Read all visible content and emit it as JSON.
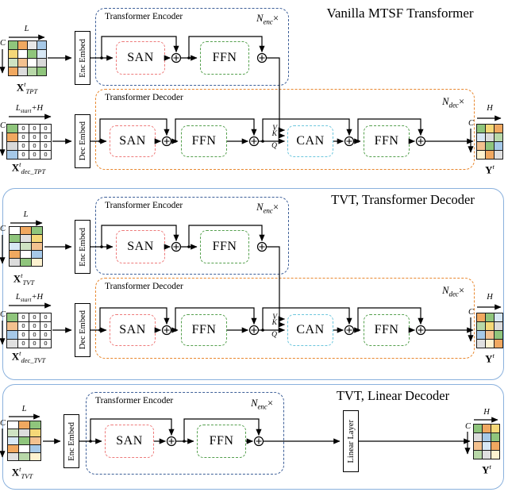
{
  "colors": {
    "panel_border": "#8ab1dd",
    "encoder_border": "#3d5f98",
    "decoder_border": "#e8872e",
    "san": "#ee7b7b",
    "ffn": "#55a04e",
    "can": "#6cc6dd"
  },
  "p1": {
    "title": "Vanilla MTSF Transformer",
    "encoder_label": "Transformer Encoder",
    "decoder_label": "Transformer Decoder",
    "n_base": "N",
    "n_enc_sub": "enc",
    "n_dec_sub": "dec",
    "times": "×",
    "enc_embed": "Enc Embed",
    "dec_embed": "Dec Embed",
    "san": "SAN",
    "ffn": "FFN",
    "dec_san": "SAN",
    "dec_ffn1": "FFN",
    "can": "CAN",
    "dec_ffn2": "FFN",
    "v": "V",
    "k": "K",
    "q": "Q",
    "x_base": "X",
    "x_sup": "t",
    "x_sub": "TPT",
    "xdec_base": "X",
    "xdec_sup": "t",
    "xdec_sub": "dec_TPT",
    "y_base": "Y",
    "y_sup": "t",
    "dim_L": "L",
    "dim_C": "C",
    "dim_H": "H",
    "len_base": "L",
    "len_sub": "start",
    "len_rest": "+H"
  },
  "p2": {
    "title": "TVT, Transformer Decoder",
    "encoder_label": "Transformer Encoder",
    "decoder_label": "Transformer Decoder",
    "n_base": "N",
    "n_enc_sub": "enc",
    "n_dec_sub": "dec",
    "times": "×",
    "enc_embed": "Enc Embed",
    "dec_embed": "Dec Embed",
    "san": "SAN",
    "ffn": "FFN",
    "dec_san": "SAN",
    "dec_ffn1": "FFN",
    "can": "CAN",
    "dec_ffn2": "FFN",
    "v": "V",
    "k": "K",
    "q": "Q",
    "x_base": "X",
    "x_sup": "t",
    "x_sub": "TVT",
    "xdec_base": "X",
    "xdec_sup": "t",
    "xdec_sub": "dec_TVT",
    "y_base": "Y",
    "y_sup": "t",
    "dim_L": "L",
    "dim_C": "C",
    "dim_H": "H",
    "len_base": "L",
    "len_sub": "start",
    "len_rest": "+H"
  },
  "p3": {
    "title": "TVT, Linear Decoder",
    "encoder_label": "Transformer Encoder",
    "n_base": "N",
    "n_enc_sub": "enc",
    "times": "×",
    "enc_embed": "Enc Embed",
    "linear_layer": "Linear Layer",
    "san": "SAN",
    "ffn": "FFN",
    "x_base": "X",
    "x_sup": "t",
    "x_sub": "TVT",
    "y_base": "Y",
    "y_sup": "t",
    "dim_L": "L",
    "dim_C": "C",
    "dim_H": "H"
  },
  "matrices": {
    "x_tpt": {
      "cw": 11,
      "ch": 10,
      "cells": [
        [
          "#8fc57c",
          "#f0a860",
          "#e8e8e8",
          "#a6c9e8"
        ],
        [
          "#f5d878",
          "#ffffff",
          "#8fc57c",
          "#d8e8f5"
        ],
        [
          "#cfe3c3",
          "#f3c18f",
          "#ffffff",
          "#d9d9d9"
        ],
        [
          "#f0a860",
          "#dcdcdc",
          "#b8d8a8",
          "#8fc57c"
        ]
      ]
    },
    "x_dec_tpt": {
      "cw": 13,
      "ch": 10,
      "cells": [
        [
          "#8fc57c",
          "0",
          "0",
          "0"
        ],
        [
          "#f0a860",
          "0",
          "0",
          "0"
        ],
        [
          "#d9d9d9",
          "0",
          "0",
          "0"
        ],
        [
          "#a6c9e8",
          "0",
          "0",
          "0"
        ]
      ]
    },
    "y_t1": {
      "cw": 10,
      "ch": 10,
      "cells": [
        [
          "#8fc57c",
          "#f5d878",
          "#f0a860"
        ],
        [
          "#d8e8f5",
          "#dcdcdc",
          "#b8d8a8"
        ],
        [
          "#f3c18f",
          "#8fc57c",
          "#a6c9e8"
        ],
        [
          "#fdf2d0",
          "#f0a860",
          "#e0e0e0"
        ]
      ]
    },
    "x_tvt2": {
      "cw": 13,
      "ch": 9,
      "cells": [
        [
          "#ffffff",
          "#f0a860",
          "#8fc57c"
        ],
        [
          "#8fc57c",
          "#e0e0e0",
          "#f5d878"
        ],
        [
          "#d8e8f5",
          "#cfe3c3",
          "#f3c18f"
        ],
        [
          "#f0a860",
          "#ffffff",
          "#a6c9e8"
        ],
        [
          "#dcdcdc",
          "#8fc57c",
          "#fdf2d0"
        ]
      ]
    },
    "x_dec_tvt": {
      "cw": 13,
      "ch": 10,
      "cells": [
        [
          "#8fc57c",
          "0",
          "0",
          "0"
        ],
        [
          "#f3c18f",
          "0",
          "0",
          "0"
        ],
        [
          "#a6c9e8",
          "0",
          "0",
          "0"
        ],
        [
          "#e0e0e0",
          "0",
          "0",
          "0"
        ]
      ]
    },
    "y_t2": {
      "cw": 10,
      "ch": 10,
      "cells": [
        [
          "#f0a860",
          "#8fc57c",
          "#d8e8f5"
        ],
        [
          "#b8d8a8",
          "#f5d878",
          "#dcdcdc"
        ],
        [
          "#a6c9e8",
          "#f3c18f",
          "#8fc57c"
        ],
        [
          "#e0e0e0",
          "#fdf2d0",
          "#f0a860"
        ]
      ]
    },
    "x_tvt3": {
      "cw": 13,
      "ch": 9,
      "cells": [
        [
          "#ffffff",
          "#f0a860",
          "#8fc57c"
        ],
        [
          "#cfe3c3",
          "#dcdcdc",
          "#f5d878"
        ],
        [
          "#d8e8f5",
          "#8fc57c",
          "#f3c18f"
        ],
        [
          "#f0a860",
          "#ffffff",
          "#a6c9e8"
        ],
        [
          "#e0e0e0",
          "#b8d8a8",
          "#fdf2d0"
        ]
      ]
    },
    "y_t3": {
      "cw": 10,
      "ch": 10,
      "cells": [
        [
          "#8fc57c",
          "#f0a860",
          "#f5d878"
        ],
        [
          "#dcdcdc",
          "#a6c9e8",
          "#8fc57c"
        ],
        [
          "#f3c18f",
          "#d8e8f5",
          "#f0a860"
        ],
        [
          "#b8d8a8",
          "#e0e0e0",
          "#fdf2d0"
        ]
      ]
    }
  }
}
